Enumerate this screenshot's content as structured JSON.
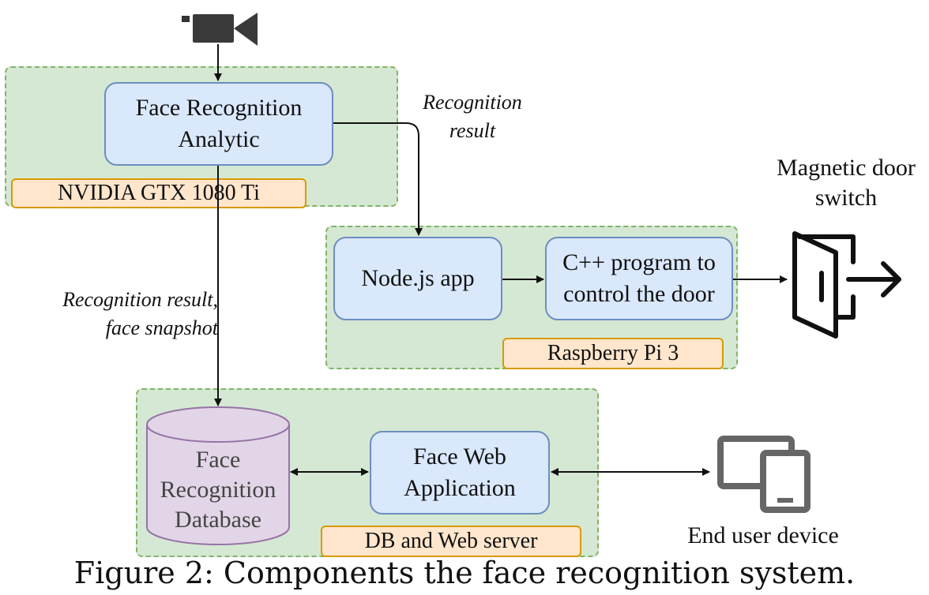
{
  "groups": {
    "gpu": {
      "tag": "NVIDIA GTX 1080 Ti"
    },
    "pi": {
      "tag": "Raspberry Pi 3"
    },
    "server": {
      "tag": "DB and Web server"
    }
  },
  "nodes": {
    "face_recognition_analytic": {
      "line1": "Face Recognition",
      "line2": "Analytic"
    },
    "nodejs_app": {
      "label": "Node.js app"
    },
    "cpp_program": {
      "line1": "C++ program to",
      "line2": "control the door"
    },
    "face_web_app": {
      "line1": "Face Web",
      "line2": "Application"
    },
    "database": {
      "line1": "Face",
      "line2": "Recognition",
      "line3": "Database"
    }
  },
  "edge_labels": {
    "recognition_result": {
      "line1": "Recognition",
      "line2": "result"
    },
    "recognition_snapshot": {
      "line1": "Recognition result,",
      "line2": "face snapshot"
    }
  },
  "external": {
    "door_switch": {
      "line1": "Magnetic door",
      "line2": "switch",
      "icon": "door-exit-icon"
    },
    "end_user_device": {
      "label": "End user device",
      "icon": "devices-icon"
    },
    "camera": {
      "icon": "camera-icon"
    }
  },
  "caption": "Figure 2: Components the face recognition system.",
  "colors": {
    "group_fill": "#d5e8d4",
    "group_border": "#82b366",
    "box_fill": "#dae8fc",
    "box_border": "#6c8ebf",
    "tag_fill": "#ffe6cc",
    "tag_border": "#d79b00",
    "db_fill": "#e1d5e7",
    "db_border": "#9673a6"
  }
}
